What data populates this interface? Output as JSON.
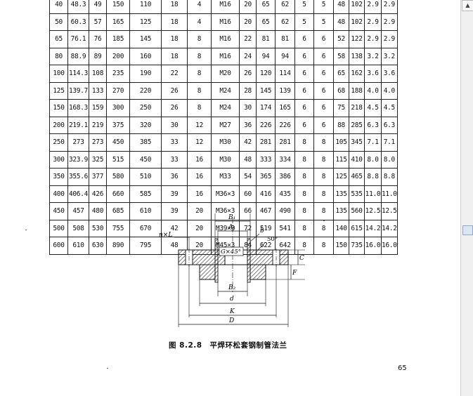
{
  "table": {
    "rows": [
      [
        "40",
        "48.3",
        "49",
        "150",
        "110",
        "18",
        "4",
        "M16",
        "20",
        "65",
        "62",
        "5",
        "5",
        "48",
        "102",
        "2.9",
        "2.9"
      ],
      [
        "50",
        "60.3",
        "57",
        "165",
        "125",
        "18",
        "4",
        "M16",
        "20",
        "65",
        "62",
        "5",
        "5",
        "48",
        "102",
        "2.9",
        "2.9"
      ],
      [
        "65",
        "76.1",
        "76",
        "185",
        "145",
        "18",
        "8",
        "M16",
        "22",
        "81",
        "81",
        "6",
        "6",
        "52",
        "122",
        "2.9",
        "2.9"
      ],
      [
        "80",
        "88.9",
        "89",
        "200",
        "160",
        "18",
        "8",
        "M16",
        "24",
        "94",
        "94",
        "6",
        "6",
        "58",
        "138",
        "3.2",
        "3.2"
      ],
      [
        "100",
        "114.3",
        "108",
        "235",
        "190",
        "22",
        "8",
        "M20",
        "26",
        "120",
        "114",
        "6",
        "6",
        "65",
        "162",
        "3.6",
        "3.6"
      ],
      [
        "125",
        "139.7",
        "133",
        "270",
        "220",
        "26",
        "8",
        "M24",
        "28",
        "145",
        "139",
        "6",
        "6",
        "68",
        "188",
        "4.0",
        "4.0"
      ],
      [
        "150",
        "168.3",
        "159",
        "300",
        "250",
        "26",
        "8",
        "M24",
        "30",
        "174",
        "165",
        "6",
        "6",
        "75",
        "218",
        "4.5",
        "4.5"
      ],
      [
        "200",
        "219.1",
        "219",
        "375",
        "320",
        "30",
        "12",
        "M27",
        "36",
        "226",
        "226",
        "6",
        "6",
        "88",
        "285",
        "6.3",
        "6.3"
      ],
      [
        "250",
        "273",
        "273",
        "450",
        "385",
        "33",
        "12",
        "M30",
        "42",
        "281",
        "281",
        "8",
        "8",
        "105",
        "345",
        "7.1",
        "7.1"
      ],
      [
        "300",
        "323.9",
        "325",
        "515",
        "450",
        "33",
        "16",
        "M30",
        "48",
        "333",
        "334",
        "8",
        "8",
        "115",
        "410",
        "8.0",
        "8.0"
      ],
      [
        "350",
        "355.6",
        "377",
        "580",
        "510",
        "36",
        "16",
        "M33",
        "54",
        "365",
        "386",
        "8",
        "8",
        "125",
        "465",
        "8.8",
        "8.8"
      ],
      [
        "400",
        "406.4",
        "426",
        "660",
        "585",
        "39",
        "16",
        "M36×3",
        "60",
        "416",
        "435",
        "8",
        "8",
        "135",
        "535",
        "11.0",
        "11.0"
      ],
      [
        "450",
        "457",
        "480",
        "685",
        "610",
        "39",
        "20",
        "M36×3",
        "66",
        "467",
        "490",
        "8",
        "8",
        "135",
        "560",
        "12.5",
        "12.5"
      ],
      [
        "500",
        "508",
        "530",
        "755",
        "670",
        "42",
        "20",
        "M39×3",
        "72",
        "519",
        "541",
        "8",
        "8",
        "140",
        "615",
        "14.2",
        "14.2"
      ],
      [
        "600",
        "610",
        "630",
        "890",
        "795",
        "48",
        "20",
        "M45×3",
        "84",
        "622",
        "642",
        "8",
        "8",
        "150",
        "735",
        "16.0",
        "16.0"
      ]
    ]
  },
  "figure": {
    "labels": {
      "b1": "B₁",
      "a1": "A₁",
      "nl": "n×L",
      "b": "b",
      "angle": "50°",
      "chamfer": "G×45°",
      "c": "C",
      "f": "F",
      "b2": "B₂",
      "d": "d",
      "k": "K",
      "D": "D"
    }
  },
  "caption": "图 8.2.8　平焊环松套钢制管法兰",
  "page_number": "65",
  "scroll_up_glyph": "▲"
}
